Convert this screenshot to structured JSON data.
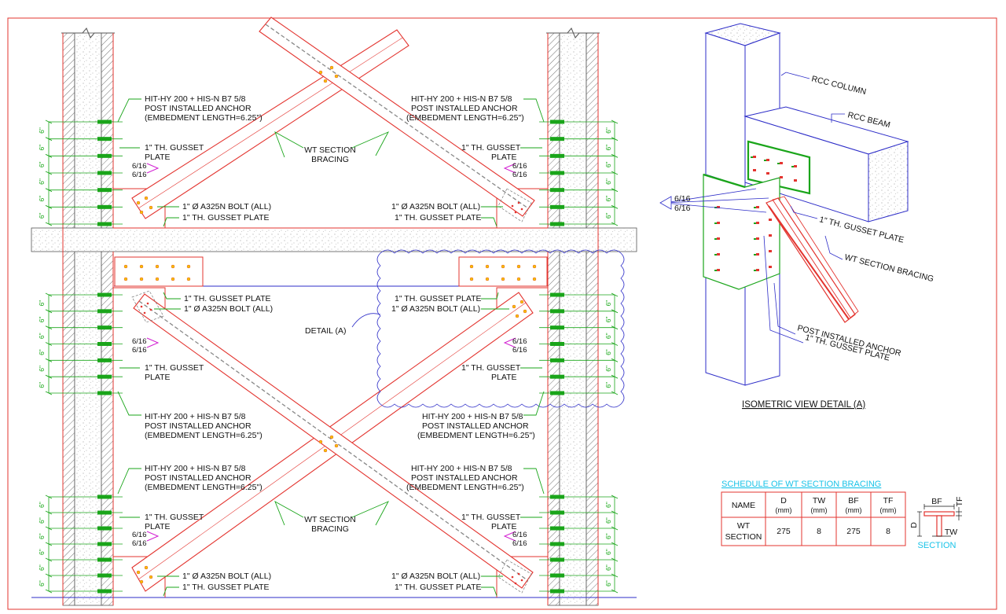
{
  "labels": {
    "anchor_1": "HIT-HY 200 + HIS-N B7 5/8",
    "anchor_2": "POST INSTALLED ANCHOR",
    "anchor_3": "(EMBEDMENT LENGTH=6.25\")",
    "gusset_1": "1\" TH. GUSSET",
    "gusset_2": "PLATE",
    "gusset_plate": "1\" TH. GUSSET PLATE",
    "bolt": "1\" Ø A325N BOLT (ALL)",
    "bracing_1": "WT SECTION",
    "bracing_2": "BRACING",
    "weld_1": "6/16",
    "weld_2": "6/16",
    "detail": "DETAIL (A)",
    "dim": "6\""
  },
  "iso": {
    "title": "ISOMETRIC VIEW DETAIL (A)",
    "rcc_column": "RCC COLUMN",
    "rcc_beam": "RCC BEAM",
    "gusset_plate": "1\" TH. GUSSET PLATE",
    "bracing": "WT SECTION BRACING",
    "anchor": "POST INSTALLED ANCHOR",
    "gusset_plate_2": "1\" TH. GUSSET PLATE",
    "weld_1": "6/16",
    "weld_2": "6/16"
  },
  "schedule": {
    "title": "SCHEDULE OF WT SECTION BRACING",
    "headers": [
      "NAME",
      "D",
      "TW",
      "BF",
      "TF"
    ],
    "unit": "(mm)",
    "row_name_1": "WT",
    "row_name_2": "SECTION",
    "values": [
      "275",
      "8",
      "275",
      "8"
    ],
    "section_label": "SECTION",
    "sec_bf": "BF",
    "sec_tf": "TF",
    "sec_d": "D",
    "sec_tw": "TW"
  },
  "colors": {
    "frame": "#e3342f",
    "steel": "#e3342f",
    "concrete_line": "#555555",
    "anchor_green": "#1aa51a",
    "blue": "#2d2dc8",
    "magenta": "#d21ed2",
    "cyan": "#19c3e8",
    "bolt": "#f5c400"
  }
}
